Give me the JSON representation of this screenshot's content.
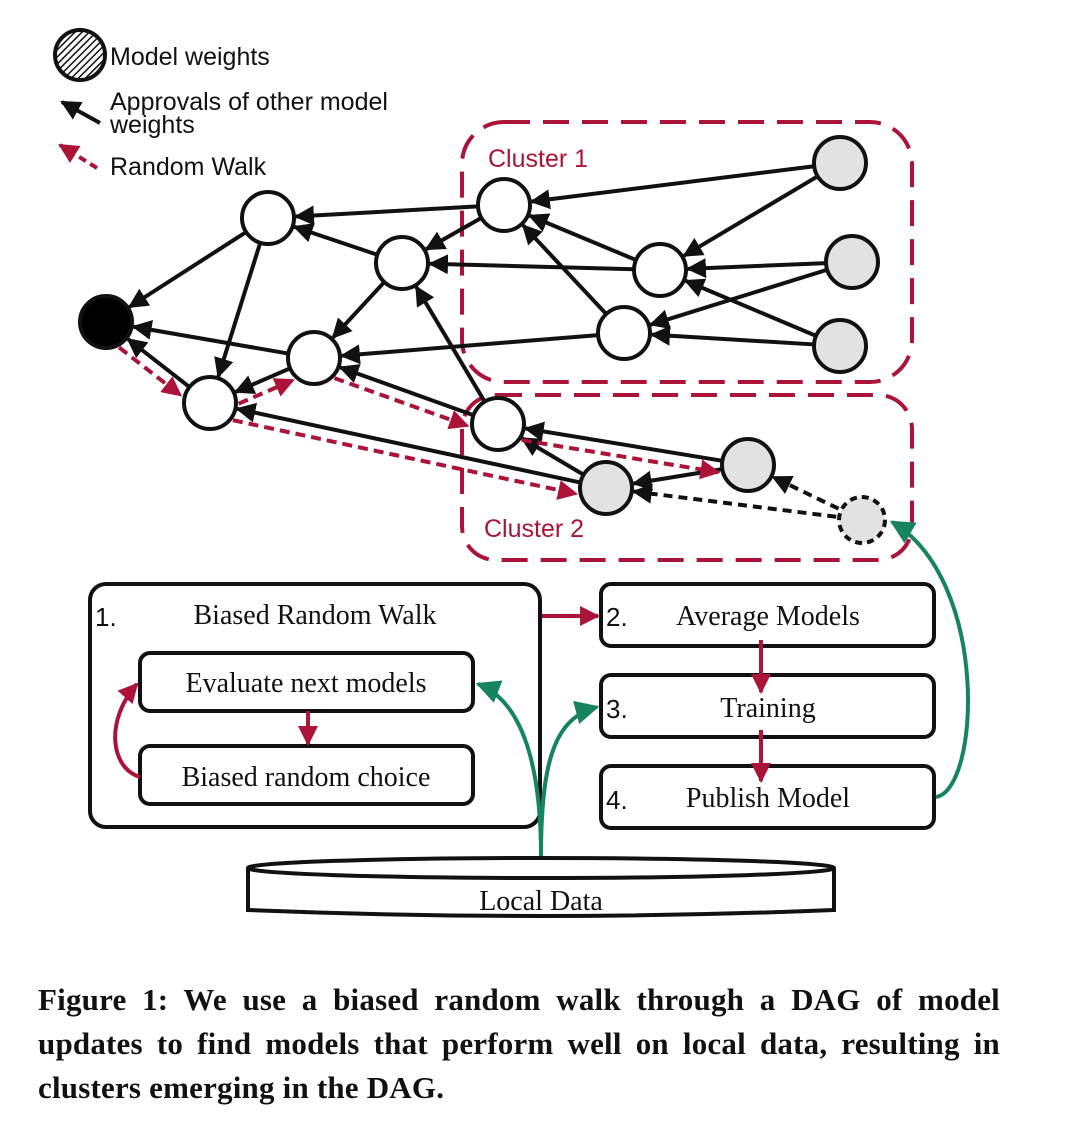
{
  "colors": {
    "accent_red": "#ab1338",
    "accent_green": "#15845f",
    "node_gray": "#e2e2e2",
    "stroke": "#111111"
  },
  "legend": {
    "model_weights": "Model weights",
    "approvals_line1": "Approvals of other model",
    "approvals_line2": "weights",
    "random_walk": "Random Walk"
  },
  "clusters": [
    {
      "id": "cluster1",
      "label": "Cluster 1"
    },
    {
      "id": "cluster2",
      "label": "Cluster 2"
    }
  ],
  "nodes": [
    {
      "id": "genesis",
      "kind": "black"
    },
    {
      "id": "A",
      "kind": "white"
    },
    {
      "id": "B",
      "kind": "white"
    },
    {
      "id": "C",
      "kind": "white",
      "cluster": "cluster1"
    },
    {
      "id": "D",
      "kind": "white"
    },
    {
      "id": "E",
      "kind": "white"
    },
    {
      "id": "F",
      "kind": "white",
      "cluster": "cluster1"
    },
    {
      "id": "G",
      "kind": "white",
      "cluster": "cluster1"
    },
    {
      "id": "H",
      "kind": "gray",
      "cluster": "cluster1"
    },
    {
      "id": "I",
      "kind": "gray",
      "cluster": "cluster1"
    },
    {
      "id": "J",
      "kind": "gray",
      "cluster": "cluster1"
    },
    {
      "id": "K",
      "kind": "white",
      "cluster": "cluster2"
    },
    {
      "id": "L",
      "kind": "gray",
      "cluster": "cluster2"
    },
    {
      "id": "M",
      "kind": "gray",
      "cluster": "cluster2"
    },
    {
      "id": "N",
      "kind": "gray-dashed",
      "cluster": "cluster2"
    }
  ],
  "approval_edges": [
    [
      "A",
      "genesis"
    ],
    [
      "E",
      "genesis"
    ],
    [
      "D",
      "genesis"
    ],
    [
      "A",
      "E"
    ],
    [
      "D",
      "E"
    ],
    [
      "B",
      "A"
    ],
    [
      "C",
      "A"
    ],
    [
      "C",
      "B"
    ],
    [
      "B",
      "D"
    ],
    [
      "F",
      "B"
    ],
    [
      "F",
      "C"
    ],
    [
      "G",
      "C"
    ],
    [
      "G",
      "D"
    ],
    [
      "K",
      "B"
    ],
    [
      "K",
      "D"
    ],
    [
      "H",
      "C"
    ],
    [
      "H",
      "F"
    ],
    [
      "I",
      "F"
    ],
    [
      "I",
      "G"
    ],
    [
      "J",
      "F"
    ],
    [
      "J",
      "G"
    ],
    [
      "L",
      "E"
    ],
    [
      "L",
      "K"
    ],
    [
      "M",
      "K"
    ],
    [
      "M",
      "L"
    ]
  ],
  "tentative_edges": [
    [
      "N",
      "M"
    ],
    [
      "N",
      "L"
    ]
  ],
  "random_walk_edges": [
    [
      "genesis",
      "E"
    ],
    [
      "E",
      "D"
    ],
    [
      "D",
      "K"
    ],
    [
      "K",
      "M"
    ],
    [
      "E",
      "L"
    ]
  ],
  "process": {
    "step1": {
      "number": "1.",
      "title": "Biased Random Walk",
      "sub1": "Evaluate next models",
      "sub2": "Biased random choice"
    },
    "step2": {
      "number": "2.",
      "title": "Average Models"
    },
    "step3": {
      "number": "3.",
      "title": "Training"
    },
    "step4": {
      "number": "4.",
      "title": "Publish Model"
    },
    "local_data": "Local Data"
  },
  "caption": "Figure 1: We use a biased random walk through a DAG of model updates to find models that perform well on local data, resulting in clusters emerging in the DAG."
}
